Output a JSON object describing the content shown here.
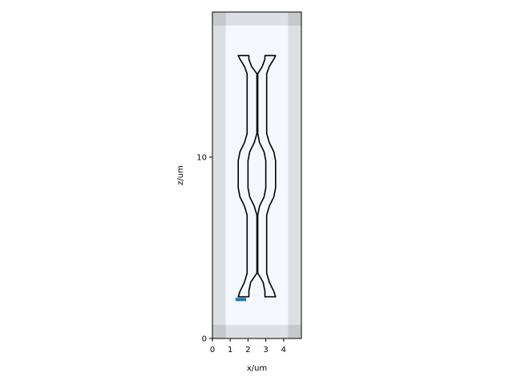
{
  "chart_data": {
    "type": "line",
    "title": "",
    "xlabel": "x/um",
    "ylabel": "z/um",
    "xlim": [
      0,
      5
    ],
    "ylim": [
      0,
      18
    ],
    "xticks": [
      0,
      1,
      2,
      3,
      4
    ],
    "xtick_labels": [
      "0",
      "1",
      "2",
      "3",
      "4"
    ],
    "yticks": [
      0,
      10
    ],
    "ytick_labels": [
      "0",
      "10"
    ],
    "grid": false,
    "colors": {
      "pml": "#dcdfe3",
      "pml_corner": "#c6c8cc",
      "domain": "#f5f9ff",
      "waveguide": "#000000",
      "source": "#1f77b4"
    },
    "pml_thickness": 0.75,
    "source": {
      "x": [
        1.3,
        1.9
      ],
      "z": 2.15
    },
    "waveguides": [
      {
        "outer": [
          [
            1.45,
            2.3
          ],
          [
            1.55,
            2.6
          ],
          [
            1.8,
            3.1
          ],
          [
            1.95,
            3.6
          ],
          [
            1.95,
            6.8
          ],
          [
            1.8,
            7.3
          ],
          [
            1.55,
            7.8
          ],
          [
            1.45,
            8.3
          ],
          [
            1.45,
            9.8
          ],
          [
            1.55,
            10.3
          ],
          [
            1.8,
            10.8
          ],
          [
            1.95,
            11.3
          ],
          [
            1.95,
            14.6
          ],
          [
            1.8,
            15.0
          ],
          [
            1.55,
            15.4
          ],
          [
            1.45,
            15.6
          ]
        ],
        "inner": [
          [
            2.05,
            2.3
          ],
          [
            2.05,
            2.6
          ],
          [
            2.15,
            3.1
          ],
          [
            2.5,
            3.6
          ],
          [
            2.5,
            6.8
          ],
          [
            2.35,
            7.3
          ],
          [
            2.1,
            7.8
          ],
          [
            2.0,
            8.3
          ],
          [
            2.0,
            9.8
          ],
          [
            2.1,
            10.3
          ],
          [
            2.35,
            10.8
          ],
          [
            2.5,
            11.3
          ],
          [
            2.5,
            14.6
          ],
          [
            2.2,
            15.0
          ],
          [
            2.05,
            15.4
          ],
          [
            2.05,
            15.6
          ]
        ]
      },
      {
        "outer": [
          [
            3.55,
            2.3
          ],
          [
            3.45,
            2.6
          ],
          [
            3.2,
            3.1
          ],
          [
            3.05,
            3.6
          ],
          [
            3.05,
            6.8
          ],
          [
            3.2,
            7.3
          ],
          [
            3.45,
            7.8
          ],
          [
            3.55,
            8.3
          ],
          [
            3.55,
            9.8
          ],
          [
            3.45,
            10.3
          ],
          [
            3.2,
            10.8
          ],
          [
            3.05,
            11.3
          ],
          [
            3.05,
            14.6
          ],
          [
            3.2,
            15.0
          ],
          [
            3.45,
            15.4
          ],
          [
            3.55,
            15.6
          ]
        ],
        "inner": [
          [
            2.95,
            2.3
          ],
          [
            2.95,
            2.6
          ],
          [
            2.85,
            3.1
          ],
          [
            2.55,
            3.6
          ],
          [
            2.55,
            6.8
          ],
          [
            2.65,
            7.3
          ],
          [
            2.9,
            7.8
          ],
          [
            3.0,
            8.3
          ],
          [
            3.0,
            9.8
          ],
          [
            2.9,
            10.3
          ],
          [
            2.65,
            10.8
          ],
          [
            2.55,
            11.3
          ],
          [
            2.55,
            14.6
          ],
          [
            2.8,
            15.0
          ],
          [
            2.95,
            15.4
          ],
          [
            2.95,
            15.6
          ]
        ]
      }
    ]
  }
}
